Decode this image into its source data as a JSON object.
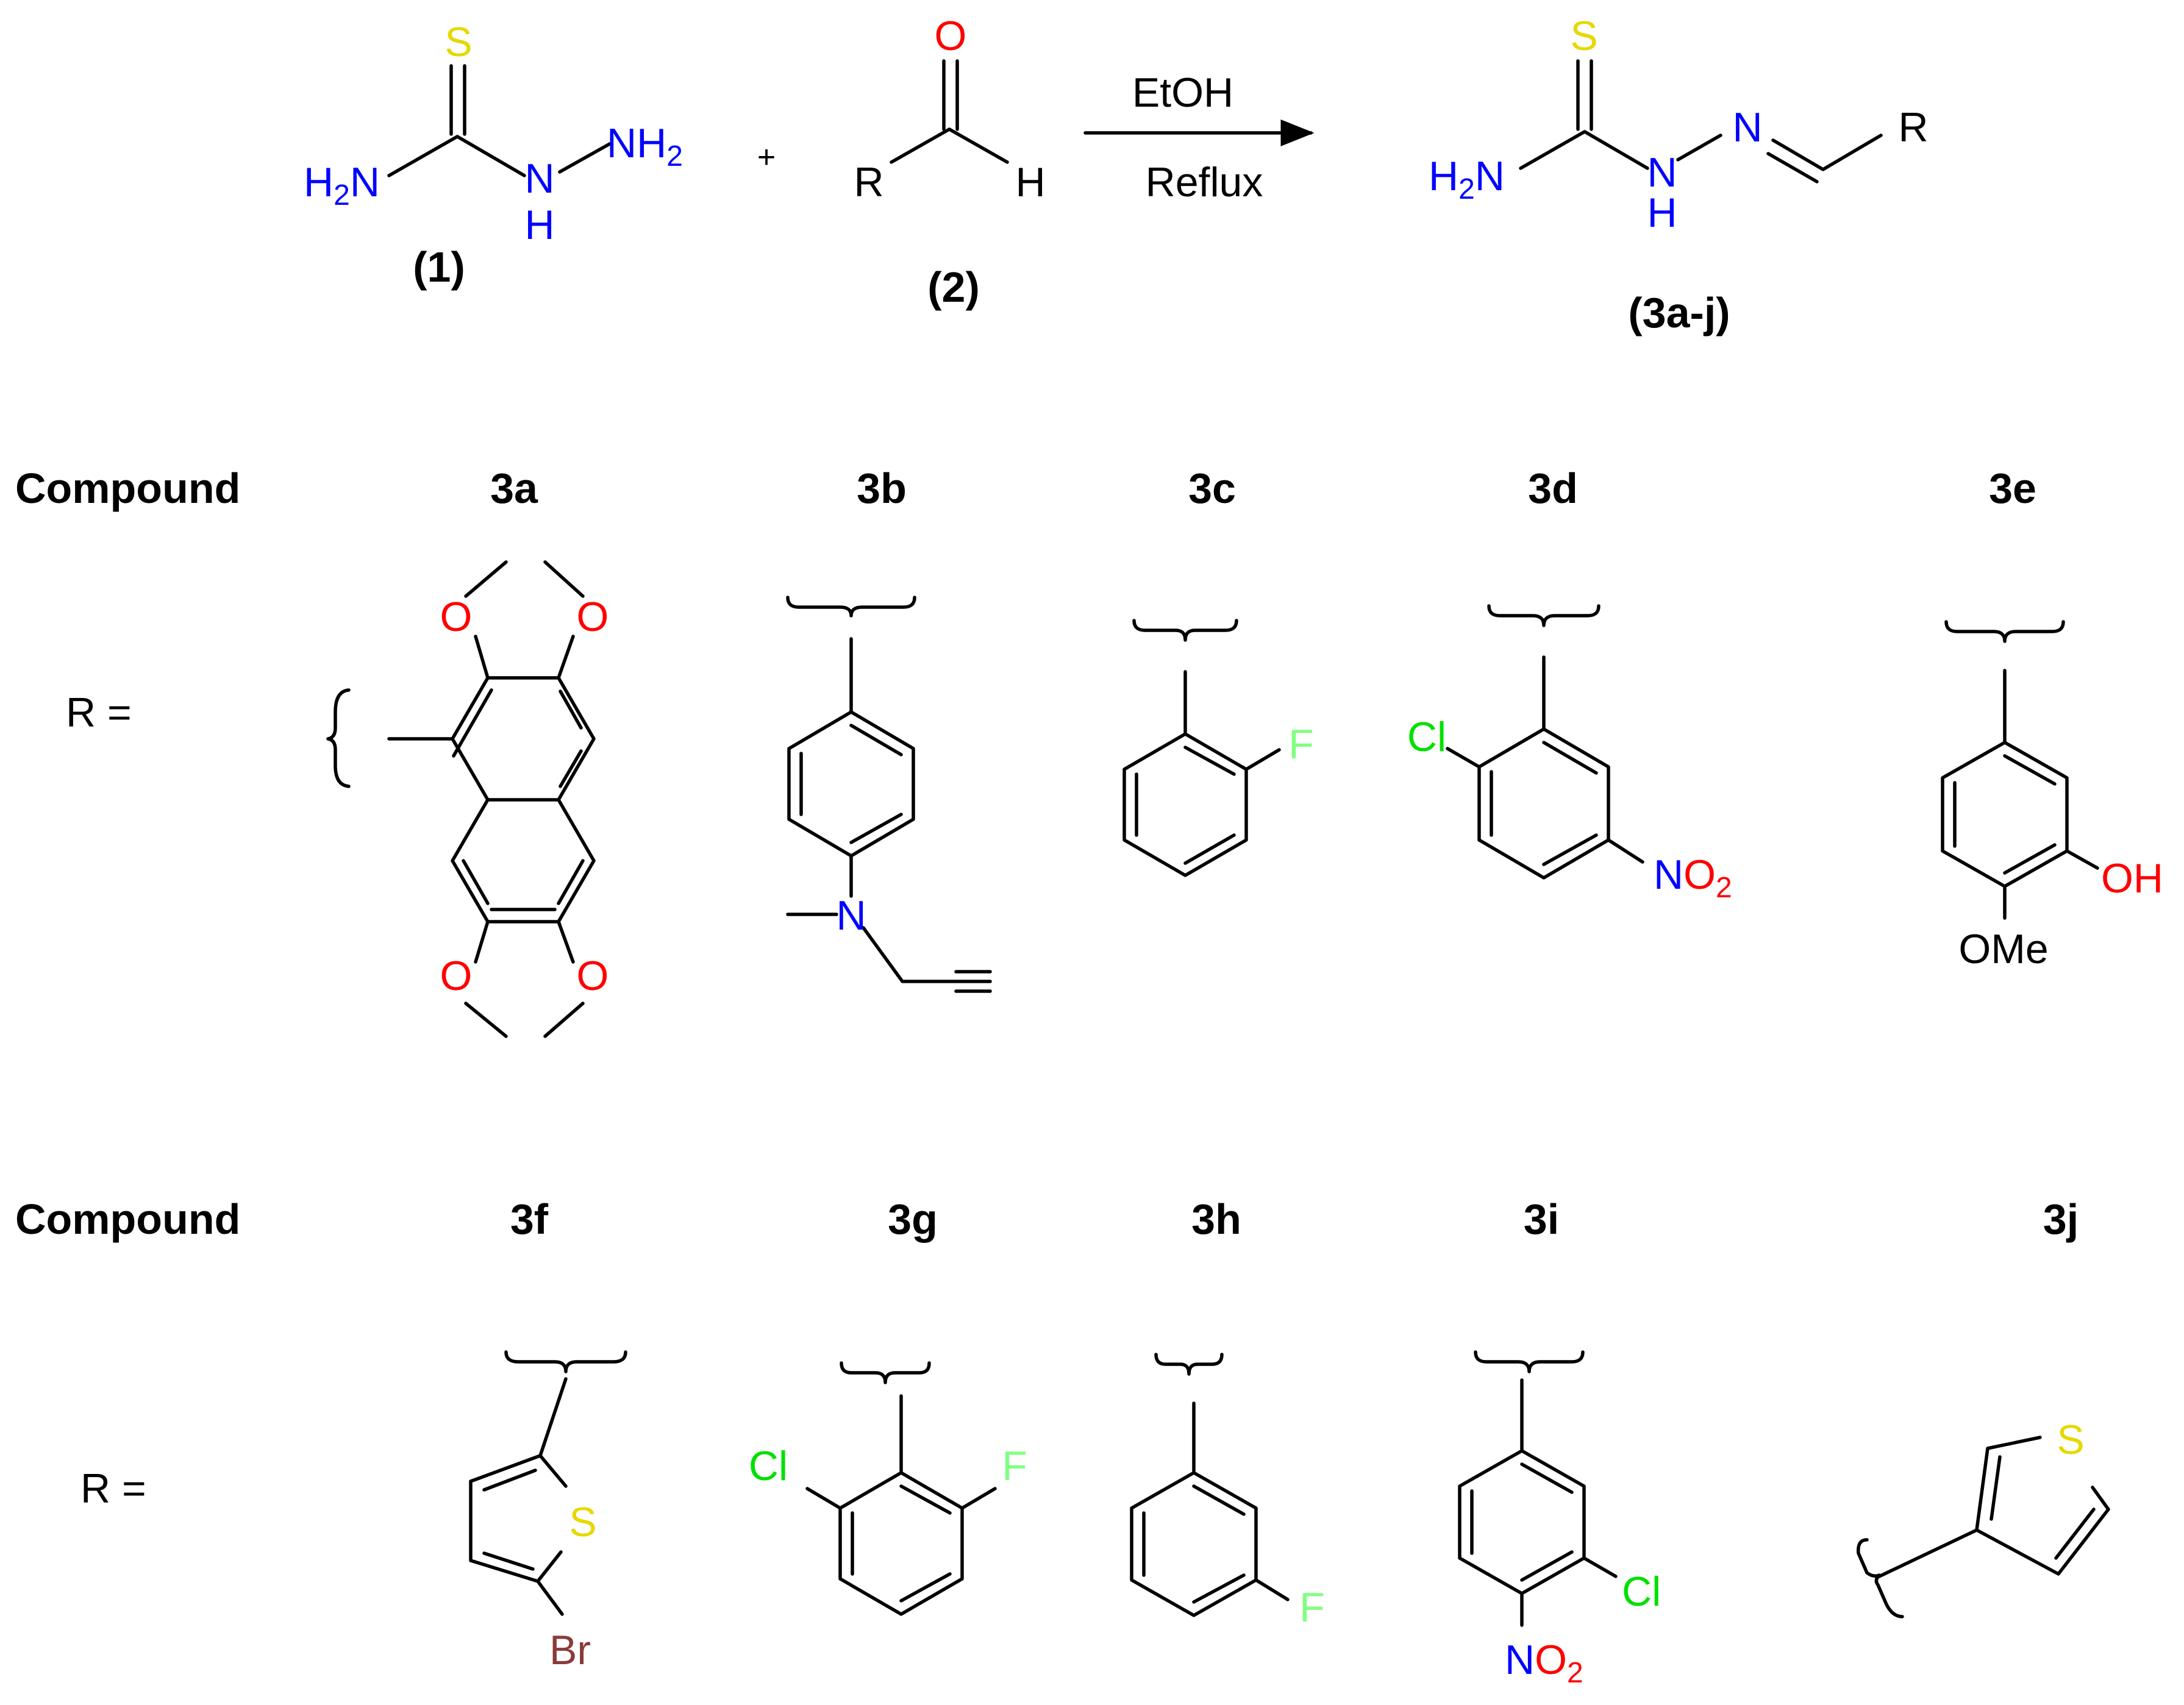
{
  "colors": {
    "black": "#000000",
    "nitrogen": "#0000FF",
    "oxygen": "#FF0000",
    "sulfur": "#E6D800",
    "fluorine": "#80FF80",
    "chlorine": "#00E000",
    "bromine": "#8B3A3A"
  },
  "reaction": {
    "reagent_1_label": "(1)",
    "reagent_2_label": "(2)",
    "plus": "+",
    "condition_top": "EtOH",
    "condition_bottom": "Reflux",
    "product_label": "(3a-j)"
  },
  "atoms": {
    "S": "S",
    "O": "O",
    "N": "N",
    "H": "H",
    "R": "R",
    "H2N_main": "H",
    "H2N_sub": "2",
    "H2N_tail": "N",
    "NH2_main": "NH",
    "NH2_sub": "2",
    "F": "F",
    "Cl": "Cl",
    "Br": "Br",
    "OH": "OH",
    "OMe": "OMe",
    "NO2_N": "N",
    "NO2_O": "O",
    "NO2_sub": "2"
  },
  "table": {
    "row1_header": "Compound",
    "row2_header": "Compound",
    "r_label": "R =",
    "compounds_row1": [
      "3a",
      "3b",
      "3c",
      "3d",
      "3e"
    ],
    "compounds_row2": [
      "3f",
      "3g",
      "3h",
      "3i",
      "3j"
    ]
  }
}
